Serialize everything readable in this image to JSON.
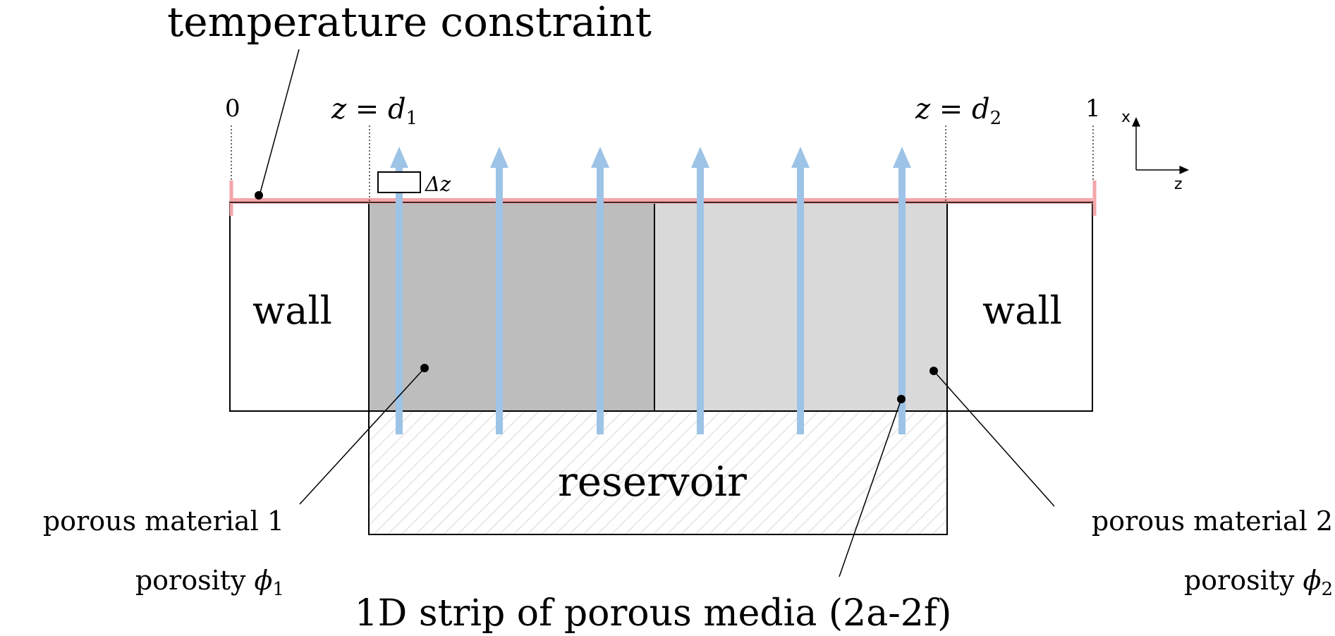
{
  "labels": {
    "temperature_constraint": "temperature constraint",
    "zero": "0",
    "one": "1",
    "z_eq": "z = ",
    "d": "d",
    "sub1": "1",
    "sub2": "2",
    "delta_z": "Δz",
    "axis_x": "x",
    "axis_z": "z",
    "wall": "wall",
    "reservoir": "reservoir",
    "porous_material_1": "porous material 1",
    "porous_material_2": "porous material 2",
    "porosity": "porosity ",
    "phi": "ϕ",
    "strip": "1D strip of porous media (2a-2f)"
  },
  "colors": {
    "constraint_line": "#f4a6a8",
    "arrow": "#9dc3e6",
    "material_1": "#bdbdbd",
    "material_2": "#d9d9d9",
    "outline": "#000000",
    "hatch": "#e6e6e6"
  },
  "arrows": {
    "count": 6
  }
}
